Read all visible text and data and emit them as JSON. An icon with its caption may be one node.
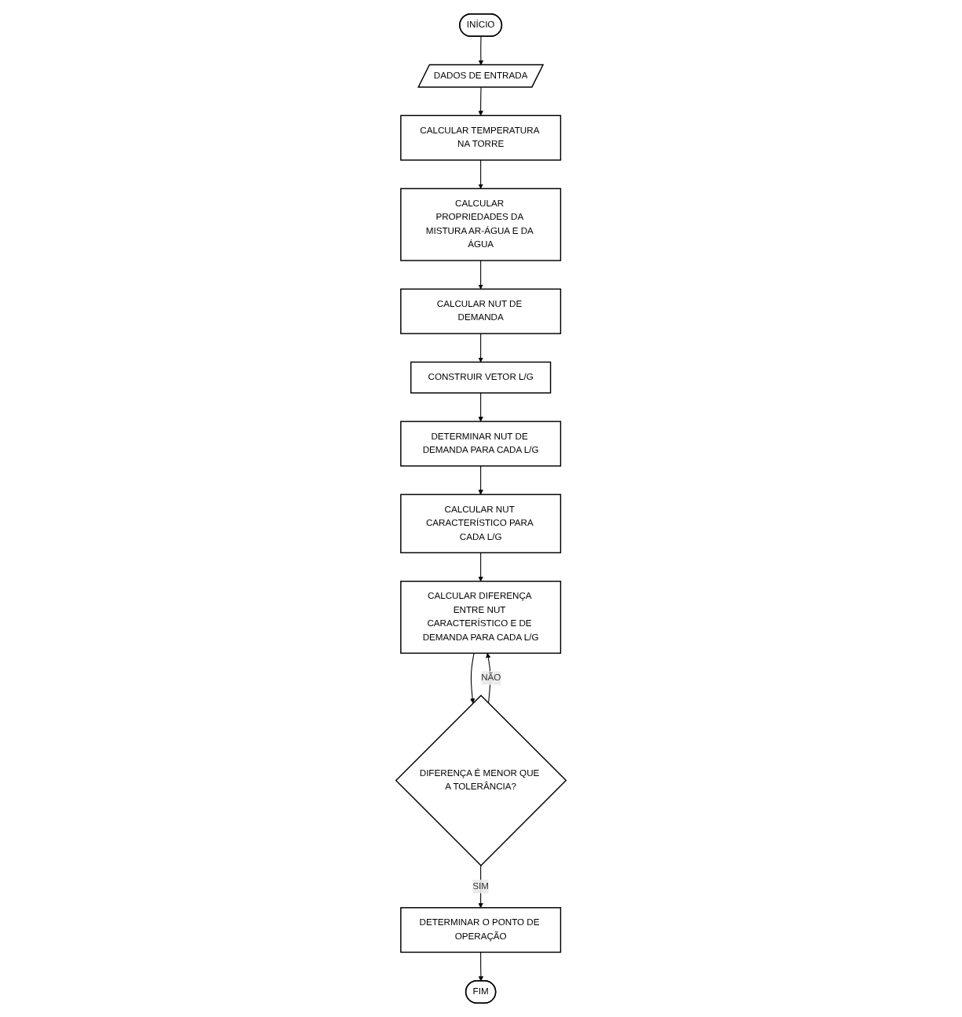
{
  "diagram": {
    "nodes": [
      {
        "text": [
          "INÍCIO"
        ]
      },
      {
        "text": [
          "DADOS DE ENTRADA"
        ]
      },
      {
        "text": [
          "CALCULAR TEMPERATURA NA TORRE"
        ]
      },
      {
        "text": [
          "CALCULAR PROPRIEDADES DA MISTURA AR-ÁGUA E DA ÁGUA"
        ]
      },
      {
        "text": [
          "CALCULAR NUT DE DEMANDA"
        ]
      },
      {
        "text": [
          "CONSTRUIR VETOR L/G"
        ]
      },
      {
        "text": [
          "DETERMINAR NUT DE DEMANDA PARA CADA L/G"
        ]
      },
      {
        "text": [
          "CALCULAR NUT CARACTERÍSTICO PARA CADA L/G"
        ]
      },
      {
        "text": [
          "CALCULAR DIFERENÇA ENTRE NUT CARACTERÍSTICO E DE DEMANDA PARA CADA L/G"
        ]
      },
      {
        "text": [
          "DIFERENÇA É MENOR QUE A TOLERÂNCIA?"
        ]
      },
      {
        "text": [
          "DETERMINAR O PONTO DE OPERAÇÃO"
        ]
      },
      {
        "text": [
          "FIM"
        ]
      }
    ],
    "edges": [
      {
        "from": 0,
        "to": 1,
        "arrow": "to"
      },
      {
        "from": 1,
        "to": 2,
        "arrow": "to"
      },
      {
        "from": 2,
        "to": 3,
        "arrow": "to"
      },
      {
        "from": 3,
        "to": 4,
        "arrow": "to"
      },
      {
        "from": 4,
        "to": 5,
        "arrow": "to"
      },
      {
        "from": 5,
        "to": 6,
        "arrow": "to"
      },
      {
        "from": 6,
        "to": 7,
        "arrow": "to"
      },
      {
        "from": 7,
        "to": 8,
        "arrow": "to"
      },
      {
        "from": 8,
        "to": 9,
        "arrow": "to"
      },
      {
        "from": 9,
        "to": 10,
        "label": "SIM",
        "arrow": "to"
      },
      {
        "from": 9,
        "to": 8,
        "label": "NÃO",
        "arrow": "to"
      },
      {
        "from": 10,
        "to": 11,
        "arrow": "to"
      }
    ]
  }
}
